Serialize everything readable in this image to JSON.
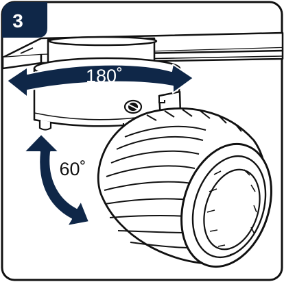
{
  "step": {
    "number": "3"
  },
  "labels": {
    "horizontal_rotation": "180˚",
    "vertical_tilt": "60˚"
  },
  "colors": {
    "arrow": "#0f2748",
    "badge": "#0f2748",
    "badge_text": "#ffffff",
    "line": "#111111",
    "background": "#ffffff"
  }
}
